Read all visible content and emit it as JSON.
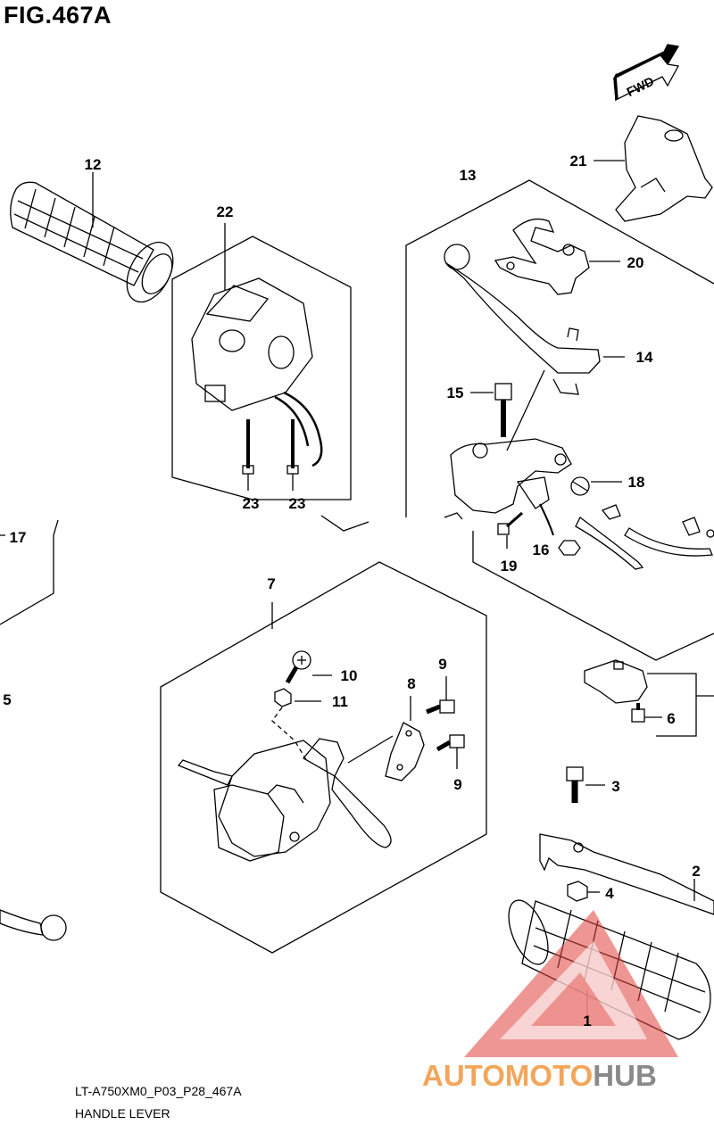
{
  "figure": {
    "title": "FIG.467A",
    "drawing_code": "LT-A750XM0_P03_P28_467A",
    "drawing_name": "HANDLE LEVER",
    "fwd_label": "FWD"
  },
  "callouts": [
    {
      "id": "c1",
      "label": "1"
    },
    {
      "id": "c2",
      "label": "2"
    },
    {
      "id": "c3",
      "label": "3"
    },
    {
      "id": "c4",
      "label": "4"
    },
    {
      "id": "c5",
      "label": "5"
    },
    {
      "id": "c6",
      "label": "6"
    },
    {
      "id": "c7",
      "label": "7"
    },
    {
      "id": "c8",
      "label": "8"
    },
    {
      "id": "c9a",
      "label": "9"
    },
    {
      "id": "c9b",
      "label": "9"
    },
    {
      "id": "c10",
      "label": "10"
    },
    {
      "id": "c11",
      "label": "11"
    },
    {
      "id": "c12",
      "label": "12"
    },
    {
      "id": "c13",
      "label": "13"
    },
    {
      "id": "c14",
      "label": "14"
    },
    {
      "id": "c15",
      "label": "15"
    },
    {
      "id": "c16",
      "label": "16"
    },
    {
      "id": "c17",
      "label": "17"
    },
    {
      "id": "c18",
      "label": "18"
    },
    {
      "id": "c19",
      "label": "19"
    },
    {
      "id": "c20",
      "label": "20"
    },
    {
      "id": "c21",
      "label": "21"
    },
    {
      "id": "c22",
      "label": "22"
    },
    {
      "id": "c23a",
      "label": "23"
    },
    {
      "id": "c23b",
      "label": "23"
    }
  ],
  "watermark": {
    "part1": "AUTO",
    "part2": "MOTO",
    "part3": "HUB",
    "colors": {
      "orange": "#f2a65a",
      "gray": "#8a8a8a",
      "triangle": "#e0403a"
    }
  }
}
